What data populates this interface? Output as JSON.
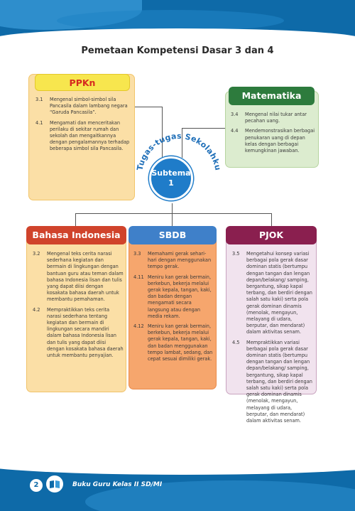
{
  "page_title": "Pemetaan Kompetensi Dasar 3 dan 4",
  "center": {
    "arc_text": "Tugas-tugas Sekolahku",
    "line1": "Subtema",
    "line2": "1"
  },
  "ppkn": {
    "title": "PPKn",
    "items": [
      {
        "num": "3.1",
        "text": "Mengenal simbol-simbol sila Pancasila dalam lambang negara “Garuda Pancasila”."
      },
      {
        "num": "4.1",
        "text": "Mengamati dan menceritakan perilaku di sekitar rumah dan sekolah dan mengaitkannya dengan pengalamannya terhadap beberapa simbol sila Pancasila."
      }
    ]
  },
  "matematika": {
    "title": "Matematika",
    "items": [
      {
        "num": "3.4",
        "text": "Mengenal nilai tukar antar pecahan uang."
      },
      {
        "num": "4.4",
        "text": "Mendemonstrasikan berbagai penukaran uang di depan kelas dengan berbagai kemungkinan jawaban."
      }
    ]
  },
  "bahasa": {
    "title": "Bahasa Indonesia",
    "items": [
      {
        "num": "3.2",
        "text": "Mengenal teks cerita narasi sederhana kegiatan dan bermain di lingkungan dengan bantuan guru atau teman dalam bahasa Indonesia lisan dan tulis yang dapat diisi dengan kosakata bahasa daerah untuk membantu pemahaman."
      },
      {
        "num": "4.2",
        "text": "Mempraktikkan teks cerita narasi sederhana tentang kegiatan dan bermain di lingkungan secara mandiri dalam bahasa Indonesia lisan dan tulis yang dapat diisi dengan kosakata bahasa daerah untuk membantu penyajian."
      }
    ]
  },
  "sbdb": {
    "title": "SBDB",
    "items": [
      {
        "num": "3.3",
        "text": "Memahami gerak sehari-hari dengan menggunakan tempo gerak."
      },
      {
        "num": "4.11",
        "text": "Meniru kan gerak bermain, berkebun, bekerja melalui gerak kepala, tangan, kaki, dan badan dengan mengamati secara langsung atau dengan media rekam."
      },
      {
        "num": "4.12",
        "text": "Meniru kan gerak bermain, berkebun, bekerja melalui gerak kepala, tangan, kaki, dan badan menggunakan tempo lambat, sedang, dan cepat sesuai dimiliki gerak."
      }
    ]
  },
  "pjok": {
    "title": "PJOK",
    "items": [
      {
        "num": "3.5",
        "text": "Mengetahui konsep variasi berbagai pola gerak dasar dominan statis (bertumpu dengan tangan dan lengan depan/belakang/ samping, bergantung, sikap kapal terbang, dan berdiri dengan salah satu kaki) serta pola gerak dominan dinamis (menolak, mengayun, melayang di udara, berputar, dan mendarat) dalam aktivitas senam."
      },
      {
        "num": "4.5",
        "text": "Mempraktikkan variasi berbagai pola gerak dasar dominan statis (bertumpu dengan tangan dan lengan depan/belakang/ samping, bergantung, sikap kapal terbang, dan berdiri dengan salah satu kaki) serta pola gerak dominan dinamis (menolak, mengayun, melayang di udara, berputar, dan mendarat) dalam aktivitas senam."
      }
    ]
  },
  "footer": {
    "page_number": "2",
    "text": "Buku Guru Kelas II SD/MI"
  },
  "colors": {
    "header_blue": "#0e6aa8",
    "ppkn_title_red": "#d62a1f",
    "mtk_green": "#2d7b3d",
    "bi_red": "#d0432b",
    "sbdb_blue": "#3f80c9",
    "pjok_maroon": "#8a1f4f"
  }
}
